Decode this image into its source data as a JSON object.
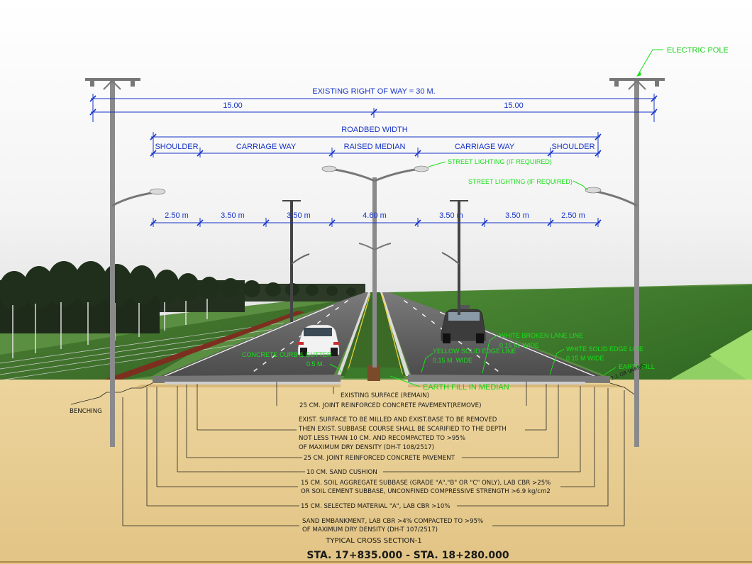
{
  "dimensions": {
    "row_of_way": "EXISTING RIGHT OF WAY = 30 M.",
    "half_left": "15.00",
    "half_right": "15.00",
    "roadbed": "ROADBED WIDTH",
    "zones": [
      "SHOULDER",
      "CARRIAGE WAY",
      "RAISED MEDIAN",
      "CARRIAGE WAY",
      "SHOULDER"
    ],
    "widths": [
      "2.50 m",
      "3.50 m",
      "3.50 m",
      "4.60 m",
      "3.50 m",
      "3.50 m",
      "2.50 m"
    ]
  },
  "callouts": {
    "electric_pole": "ELECTRIC POLE",
    "street_light_1": "STREET LIGHTING (IF REQUIRED)",
    "street_light_2": "STREET LIGHTING (IF REQUIRED)",
    "white_broken_1": "WHITE BROKEN LANE LINE",
    "white_broken_2": "0.15 M. WIDE",
    "yellow_edge_1": "YELLOW SOLID EDGE LINE",
    "yellow_edge_2": "0.15 M. WIDE",
    "white_solid_1": "WHITE SOLID EDGE LINE",
    "white_solid_2": "0.15 M WIDE",
    "curb_1": "CONCRETE CURB & GUTTER",
    "curb_2": "0.5 M.",
    "earth_fill_median": "EARTH FILL IN MEDIAN",
    "earth_fill": "EARTH FILL",
    "slope": "2:1 OR VARIES",
    "benching": "BENCHING"
  },
  "layers": {
    "l1": "EXISTING SURFACE (REMAIN)",
    "l2": "25 CM. JOINT REINFORCED CONCRETE PAVEMENT(REMOVE)",
    "l3a": "EXIST. SURFACE TO BE MILLED AND EXIST.BASE TO BE REMOVED",
    "l3b": "THEN EXIST. SUBBASE COURSE SHALL BE SCARIFIED TO THE DEPTH",
    "l3c": "NOT LESS THAN 10 CM. AND RECOMPACTED TO >95%",
    "l3d": "OF MAXIMUM DRY DENSITY (DH-T 108/2517)",
    "l4": "25 CM. JOINT REINFORCED CONCRETE PAVEMENT",
    "l5": "10 CM. SAND CUSHION",
    "l6a": "15 CM. SOIL AGGREGATE SUBBASE (GRADE \"A\",\"B\" OR \"C\" ONLY), LAB CBR >25%",
    "l6b": "OR SOIL CEMENT SUBBASE, UNCONFINED COMPRESSIVE STRENGTH >6.9 kg/cm2",
    "l7": "15 CM. SELECTED MATERIAL \"A\", LAB CBR >10%",
    "l8a": "SAND EMBANKMENT, LAB CBR >4% COMPACTED TO >95%",
    "l8b": "OF MAXIMUM DRY DENSITY (DH-T 107/2517)"
  },
  "footer": {
    "title": "TYPICAL CROSS SECTION-1",
    "station": "STA. 17+835.000 - STA. 18+280.000"
  },
  "colors": {
    "dimension": "#1533c9",
    "callout": "#18e018",
    "soil": "#e9cf95",
    "grass": "#3f7a2c",
    "asphalt": "#555555"
  }
}
